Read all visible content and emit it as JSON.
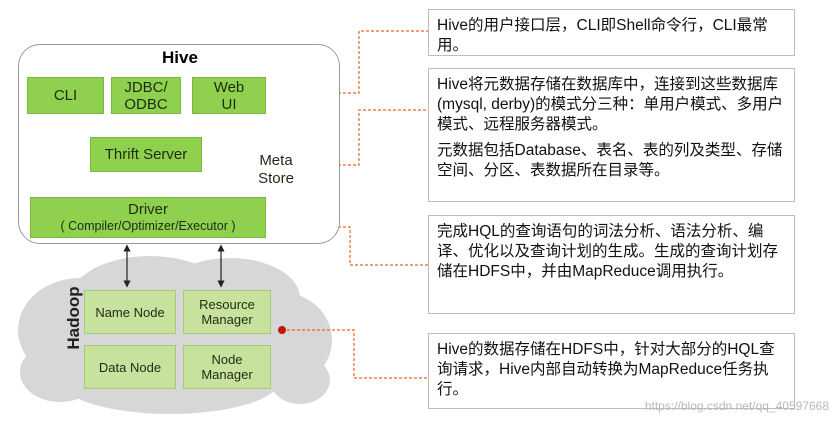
{
  "hive": {
    "title": "Hive",
    "cli": "CLI",
    "jdbc_line1": "JDBC/",
    "jdbc_line2": "ODBC",
    "webui_line1": "Web",
    "webui_line2": "UI",
    "thrift": "Thrift Server",
    "metastore_line1": "Meta",
    "metastore_line2": "Store",
    "driver_line1": "Driver",
    "driver_line2": "( Compiler/Optimizer/Executor )"
  },
  "hadoop": {
    "title": "Hadoop",
    "name_node": "Name Node",
    "resource_manager_line1": "Resource",
    "resource_manager_line2": "Manager",
    "data_node": "Data Node",
    "node_manager_line1": "Node",
    "node_manager_line2": "Manager"
  },
  "notes": {
    "ui": "Hive的用户接口层，CLI即Shell命令行，CLI最常用。",
    "metastore_p1": "Hive将元数据存储在数据库中，连接到这些数据库(mysql, derby)的模式分三种：单用户模式、多用户模式、远程服务器模式。",
    "metastore_p2": "元数据包括Database、表名、表的列及类型、存储空间、分区、表数据所在目录等。",
    "driver": "完成HQL的查询语句的词法分析、语法分析、编译、优化以及查询计划的生成。生成的查询计划存储在HDFS中，并由MapReduce调用执行。",
    "hadoop": "Hive的数据存储在HDFS中，针对大部分的HQL查询请求，Hive内部自动转换为MapReduce任务执行。"
  },
  "watermark": "https://blog.csdn.net/qq_40597668",
  "colors": {
    "component_green": "#8fd14f",
    "hadoop_green": "#c6e29d",
    "leader_orange": "#e8671f",
    "dot_red": "#c0160c",
    "cloud_gray": "#d7d7d7"
  }
}
